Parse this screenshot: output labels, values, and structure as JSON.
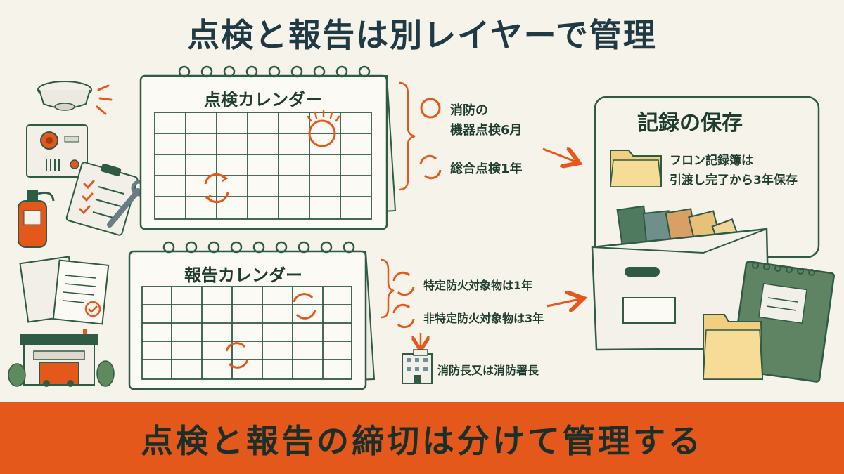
{
  "title": "点検と報告は別レイヤーで管理",
  "inspection_calendar": {
    "title": "点検カレンダー",
    "items": [
      {
        "icon": "circle-icon",
        "lines": [
          "消防の",
          "機器点検6月"
        ]
      },
      {
        "icon": "cycle-icon",
        "lines": [
          "総合点検1年"
        ]
      }
    ]
  },
  "report_calendar": {
    "title": "報告カレンダー",
    "items": [
      {
        "icon": "cycle-icon",
        "text": "特定防火対象物は1年"
      },
      {
        "icon": "cycle-icon",
        "text": "非特定防火対象物は3年"
      }
    ],
    "destination": "消防長又は消防署長"
  },
  "records": {
    "title": "記録の保存",
    "note_lines": [
      "フロン記録簿は",
      "引渡し完了から3年保存"
    ]
  },
  "bottom_banner": "点検と報告の締切は分けて管理する",
  "colors": {
    "accent": "#e4581b",
    "line": "#2f5a44",
    "background": "#f6f3ea",
    "title": "#1f3a44"
  }
}
